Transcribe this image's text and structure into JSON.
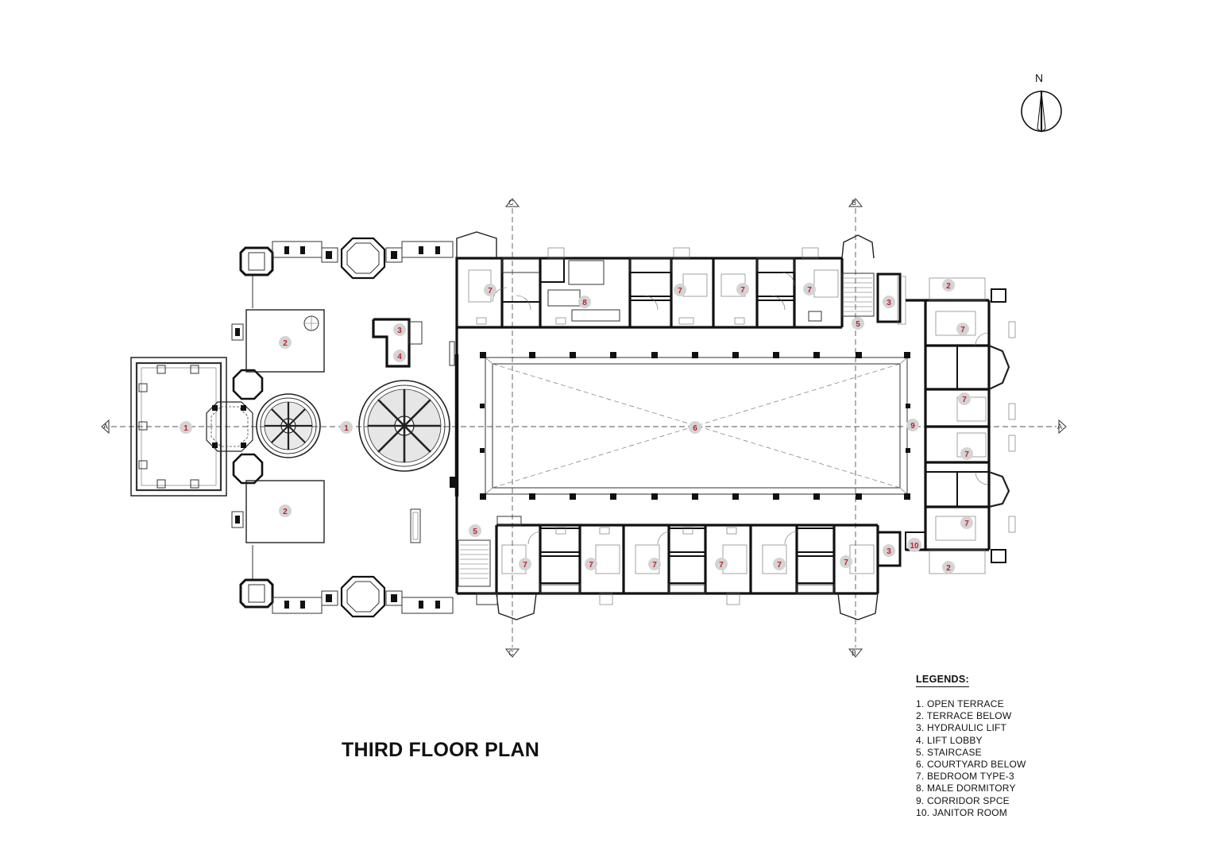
{
  "title": "THIRD FLOOR PLAN",
  "north": "N",
  "sections": {
    "a": "A",
    "b": "B",
    "c": "C"
  },
  "legend": {
    "heading": "LEGENDS:",
    "items": [
      "1. OPEN TERRACE",
      "2. TERRACE BELOW",
      "3. HYDRAULIC LIFT",
      "4. LIFT LOBBY",
      "5. STAIRCASE",
      "6. COURTYARD BELOW",
      "7. BEDROOM  TYPE-3",
      "8. MALE DORMITORY",
      "9. CORRIDOR SPCE",
      "10. JANITOR ROOM"
    ]
  },
  "room_tags": {
    "t1": "1",
    "t2": "2",
    "t3": "3",
    "t4": "4",
    "t5": "5",
    "t6": "6",
    "t7": "7",
    "t8": "8",
    "t9": "9",
    "t10": "10"
  }
}
